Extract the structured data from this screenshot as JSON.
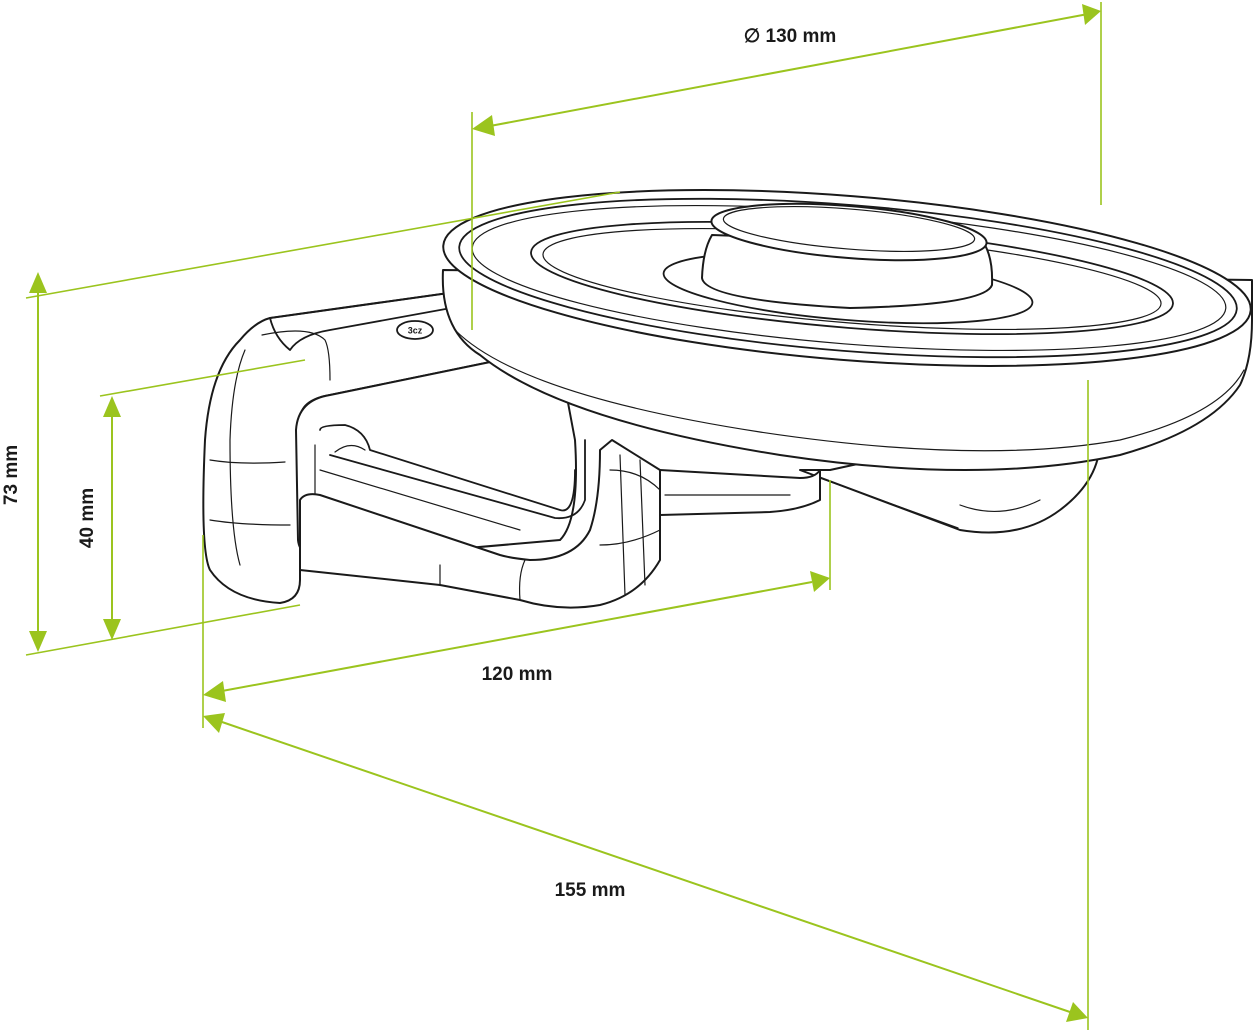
{
  "dimensions": {
    "diameter": "∅ 130 mm",
    "height_total": "73 mm",
    "height_arm": "40 mm",
    "depth_arm": "120 mm",
    "depth_total": "155 mm"
  },
  "logo_text": "3cz",
  "colors": {
    "dimension_line": "#9bc41e",
    "outline": "#1a1a1a",
    "background": "#ffffff"
  }
}
